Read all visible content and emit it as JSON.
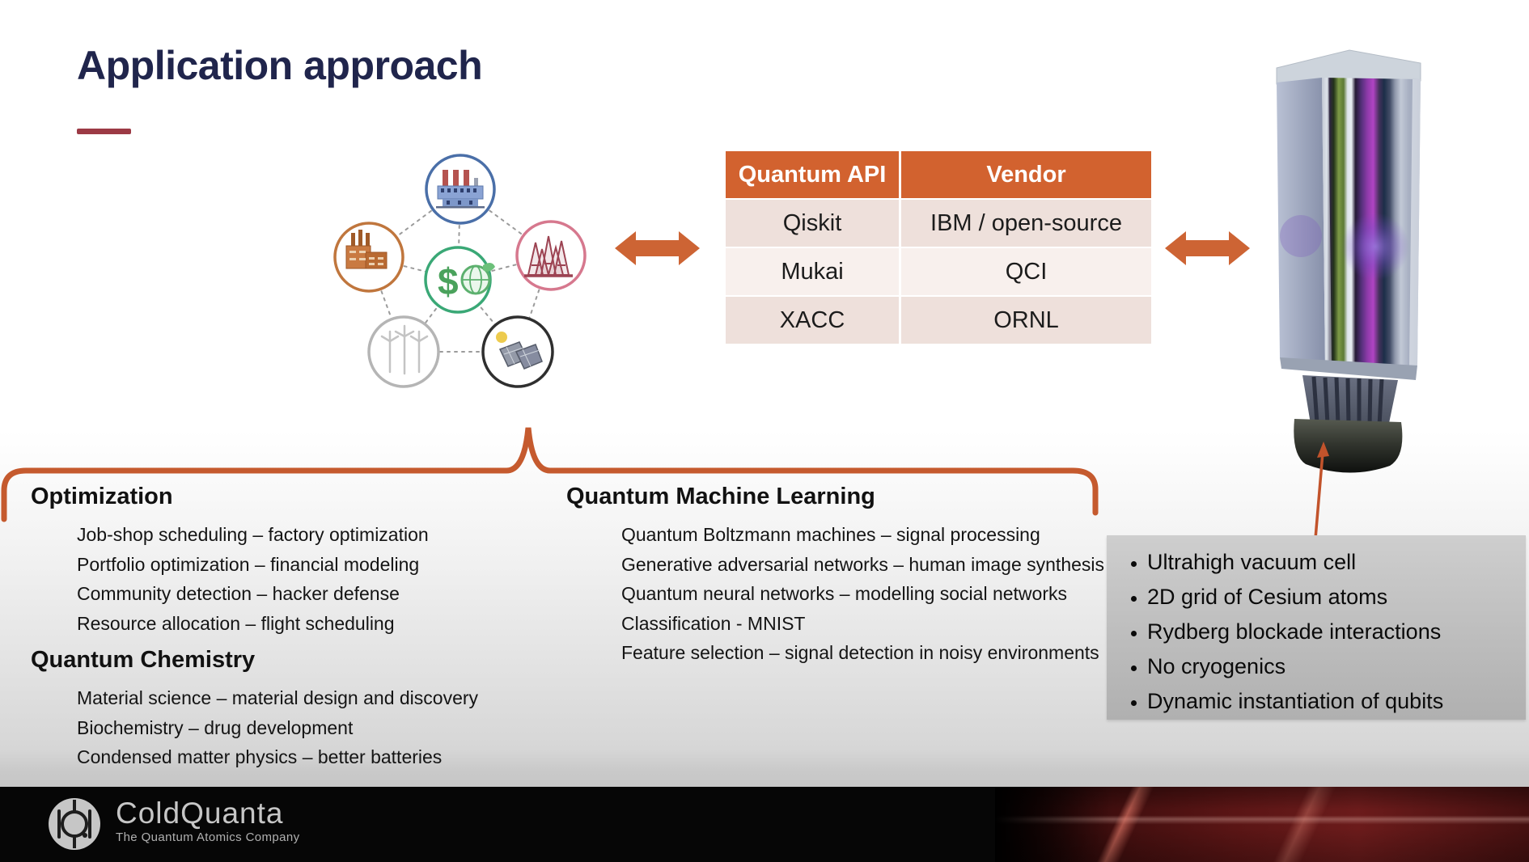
{
  "title": "Application approach",
  "api_table": {
    "headers": [
      "Quantum API",
      "Vendor"
    ],
    "rows": [
      [
        "Qiskit",
        "IBM / open-source"
      ],
      [
        "Mukai",
        "QCI"
      ],
      [
        "XACC",
        "ORNL"
      ]
    ]
  },
  "applications": {
    "optimization": {
      "heading": "Optimization",
      "items": [
        "Job-shop scheduling – factory optimization",
        "Portfolio optimization – financial modeling",
        "Community detection – hacker defense",
        "Resource allocation – flight scheduling"
      ]
    },
    "quantum_chemistry": {
      "heading": "Quantum Chemistry",
      "items": [
        "Material science – material design and discovery",
        "Biochemistry – drug development",
        "Condensed matter physics – better batteries"
      ]
    },
    "quantum_machine_learning": {
      "heading": "Quantum Machine Learning",
      "items": [
        "Quantum Boltzmann machines – signal processing",
        "Generative adversarial networks – human image synthesis",
        "Quantum neural networks – modelling social networks",
        "Classification - MNIST",
        "Feature selection – signal detection in noisy environments"
      ]
    }
  },
  "device_features": [
    "Ultrahigh vacuum cell",
    "2D grid of Cesium atoms",
    "Rydberg blockade interactions",
    "No cryogenics",
    "Dynamic instantiation of qubits"
  ],
  "footer": {
    "brand": "ColdQuanta",
    "tagline": "The Quantum Atomics Company"
  },
  "icons": {
    "dollar_glyph": "$",
    "cluster": [
      "power-plant-icon",
      "brick-factory-icon",
      "oil-rigs-icon",
      "finance-globe-icon",
      "wind-turbines-icon",
      "solar-panels-icon"
    ],
    "connectors": [
      "double-arrow-left-icon",
      "double-arrow-right-icon",
      "brace-icon",
      "device-pointer-arrow-icon"
    ]
  },
  "colors": {
    "accent_orange": "#C55A2E",
    "table_header_orange": "#D2622F",
    "table_row_pink": "#EEE0DB",
    "table_row_light": "#F8F0ED",
    "title_navy": "#20254C",
    "underline_red": "#9C3A45",
    "features_box_gray": "#BEBEBE"
  }
}
